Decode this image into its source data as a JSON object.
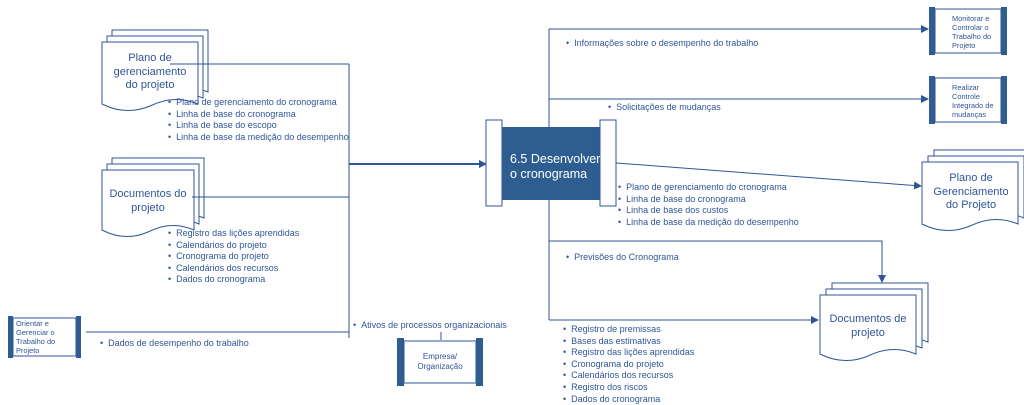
{
  "process": {
    "title": "6.5 Desenvolver\no cronograma"
  },
  "inputs": {
    "plano_doc": {
      "title": "Plano de\ngerenciamento\ndo projeto",
      "items": [
        "Plano de gerenciamento do cronograma",
        "Linha de base do cronograma",
        "Linha de base do escopo",
        "Linha de base da medição do desempenho"
      ]
    },
    "documentos_doc": {
      "title": "Documentos do\nprojeto",
      "items": [
        "Registro das lições aprendidas",
        "Calendários do projeto",
        "Cronograma do projeto",
        "Calendários dos recursos",
        "Dados do cronograma"
      ]
    },
    "orientar_box": {
      "title": "Orientar e\nGerenciar o\nTrabalho do\nProjeto",
      "label": "Dados de desempenho do trabalho"
    },
    "org_box": {
      "title": "Empresa/\nOrganização",
      "label": "Ativos de processos organizacionais"
    }
  },
  "outputs": {
    "monitorar": {
      "label": "Informações sobre o desempenho do trabalho",
      "title": "Monitorar e\nControlar o\nTrabalho do\nProjeto"
    },
    "realizar": {
      "label": "Solicitações de mudanças",
      "title": "Realizar\nControle\nIntegrado de\nmudanças"
    },
    "plano_out": {
      "title": "Plano de\nGerenciamento\ndo Projeto",
      "items": [
        "Plano de gerenciamento do cronograma",
        "Linha de base do cronograma",
        "Linha de base dos custos",
        "Linha de base da medição do desempenho"
      ]
    },
    "previsoes": {
      "label": "Previsões do Cronograma"
    },
    "documentos_out": {
      "title": "Documentos de\nprojeto",
      "items": [
        "Registro de premissas",
        "Bases das estimativas",
        "Registro das lições aprendidas",
        "Cronograma do projeto",
        "Calendários dos recursos",
        "Registro dos riscos",
        "Dados do cronograma"
      ]
    }
  },
  "colors": {
    "line": "#2f5597",
    "process_fill": "#2e5e91",
    "text": "#2f5597",
    "paper": "#ffffff"
  },
  "bullet": "•"
}
